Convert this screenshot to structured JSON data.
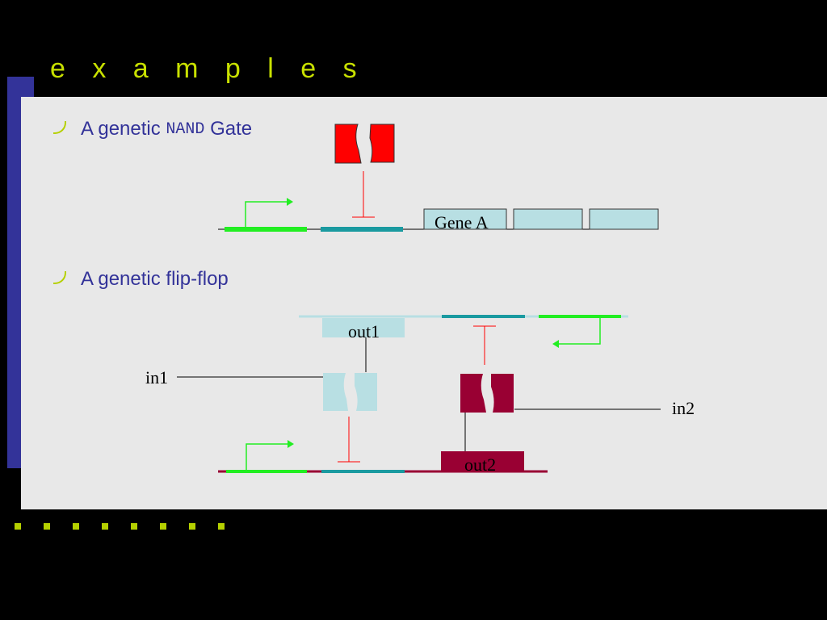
{
  "slide": {
    "title": "e x a m p l e s"
  },
  "bullets": [
    {
      "prefix": "A genetic ",
      "code": "NAND",
      "suffix": " Gate"
    },
    {
      "text": "A genetic flip-flop"
    }
  ],
  "nand_diagram": {
    "gene_label": "Gene A"
  },
  "flipflop_diagram": {
    "in1": "in1",
    "in2": "in2",
    "out1": "out1",
    "out2": "out2"
  },
  "colors": {
    "title": "#c8e000",
    "bullet_text": "#333399",
    "sidebar": "#333399",
    "promoter_green": "#22ee22",
    "operator_teal": "#1a9aa0",
    "repressor_red": "#ff0000",
    "gene_lightblue": "#b8dfe3",
    "maroon": "#990033"
  },
  "decor": {
    "dot_count": 8
  }
}
